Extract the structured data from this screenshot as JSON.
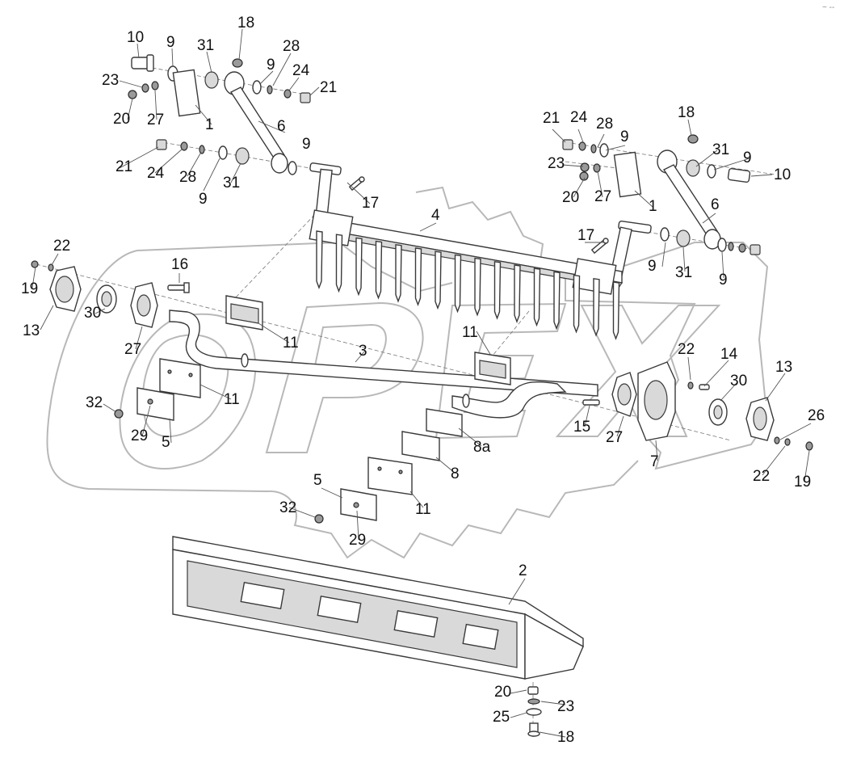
{
  "corner_mark": "~ --",
  "colors": {
    "line": "#3a3a3a",
    "watermark": "#b8b8b8",
    "label": "#111111"
  },
  "callouts": [
    {
      "id": "c1",
      "text": "18"
    },
    {
      "id": "c2",
      "text": "10"
    },
    {
      "id": "c3",
      "text": "9"
    },
    {
      "id": "c4",
      "text": "31"
    },
    {
      "id": "c5",
      "text": "28"
    },
    {
      "id": "c6",
      "text": "9"
    },
    {
      "id": "c7",
      "text": "24"
    },
    {
      "id": "c8",
      "text": "21"
    },
    {
      "id": "c9",
      "text": "23"
    },
    {
      "id": "c10",
      "text": "20"
    },
    {
      "id": "c11",
      "text": "27"
    },
    {
      "id": "c12",
      "text": "1"
    },
    {
      "id": "c13",
      "text": "6"
    },
    {
      "id": "c14",
      "text": "9"
    },
    {
      "id": "c15",
      "text": "21"
    },
    {
      "id": "c16",
      "text": "24"
    },
    {
      "id": "c17",
      "text": "28"
    },
    {
      "id": "c18",
      "text": "9"
    },
    {
      "id": "c19",
      "text": "31"
    },
    {
      "id": "c20",
      "text": "17"
    },
    {
      "id": "c21",
      "text": "4"
    },
    {
      "id": "c22",
      "text": "18"
    },
    {
      "id": "c23",
      "text": "21"
    },
    {
      "id": "c24",
      "text": "24"
    },
    {
      "id": "c25",
      "text": "28"
    },
    {
      "id": "c26",
      "text": "9"
    },
    {
      "id": "c27",
      "text": "31"
    },
    {
      "id": "c28",
      "text": "9"
    },
    {
      "id": "c29",
      "text": "10"
    },
    {
      "id": "c30",
      "text": "23"
    },
    {
      "id": "c31",
      "text": "20"
    },
    {
      "id": "c32",
      "text": "27"
    },
    {
      "id": "c33",
      "text": "1"
    },
    {
      "id": "c34",
      "text": "6"
    },
    {
      "id": "c35",
      "text": "17"
    },
    {
      "id": "c36",
      "text": "9"
    },
    {
      "id": "c37",
      "text": "31"
    },
    {
      "id": "c38",
      "text": "9"
    },
    {
      "id": "c39",
      "text": "22"
    },
    {
      "id": "c40",
      "text": "16"
    },
    {
      "id": "c41",
      "text": "19"
    },
    {
      "id": "c42",
      "text": "13"
    },
    {
      "id": "c43",
      "text": "30"
    },
    {
      "id": "c44",
      "text": "27"
    },
    {
      "id": "c45",
      "text": "11"
    },
    {
      "id": "c46",
      "text": "3"
    },
    {
      "id": "c47",
      "text": "11"
    },
    {
      "id": "c48",
      "text": "32"
    },
    {
      "id": "c49",
      "text": "29"
    },
    {
      "id": "c50",
      "text": "5"
    },
    {
      "id": "c51",
      "text": "11"
    },
    {
      "id": "c52",
      "text": "22"
    },
    {
      "id": "c53",
      "text": "14"
    },
    {
      "id": "c54",
      "text": "13"
    },
    {
      "id": "c55",
      "text": "30"
    },
    {
      "id": "c56",
      "text": "26"
    },
    {
      "id": "c57",
      "text": "15"
    },
    {
      "id": "c58",
      "text": "27"
    },
    {
      "id": "c59",
      "text": "7"
    },
    {
      "id": "c60",
      "text": "22"
    },
    {
      "id": "c61",
      "text": "19"
    },
    {
      "id": "c62",
      "text": "8a"
    },
    {
      "id": "c63",
      "text": "8"
    },
    {
      "id": "c64",
      "text": "5"
    },
    {
      "id": "c65",
      "text": "32"
    },
    {
      "id": "c66",
      "text": "11"
    },
    {
      "id": "c67",
      "text": "29"
    },
    {
      "id": "c68",
      "text": "2"
    },
    {
      "id": "c69",
      "text": "20"
    },
    {
      "id": "c70",
      "text": "23"
    },
    {
      "id": "c71",
      "text": "25"
    },
    {
      "id": "c72",
      "text": "18"
    }
  ]
}
